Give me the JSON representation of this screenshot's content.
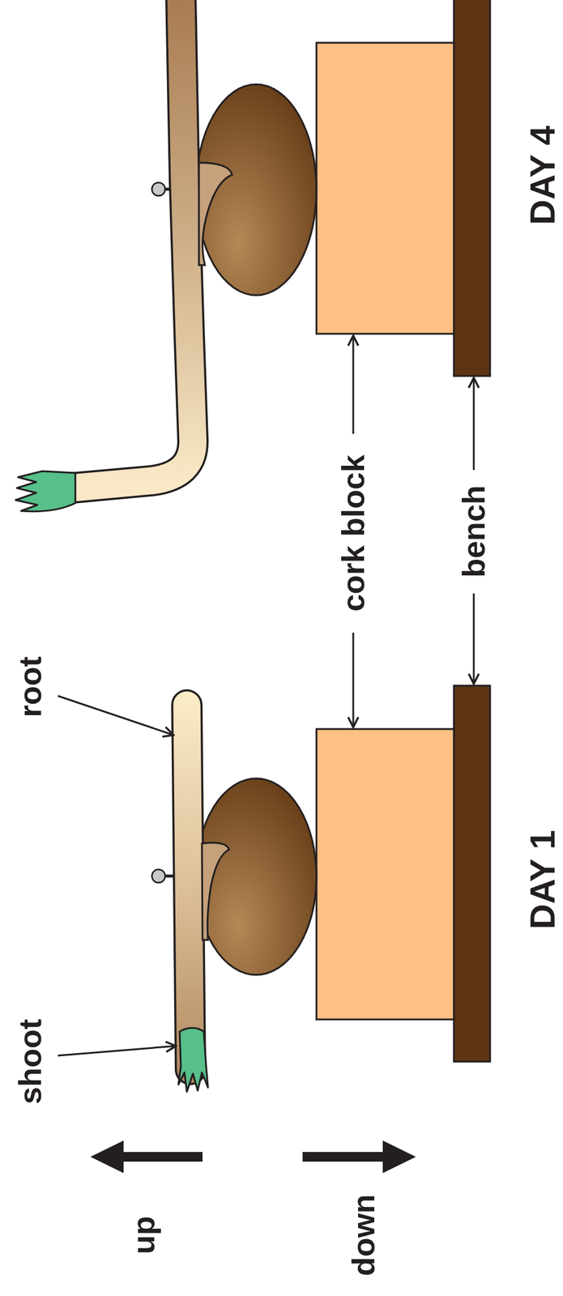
{
  "diagram": {
    "labels": [
      "shoot",
      "root",
      "up",
      "down",
      "cork block",
      "bench",
      "DAY 1",
      "DAY 4"
    ]
  }
}
